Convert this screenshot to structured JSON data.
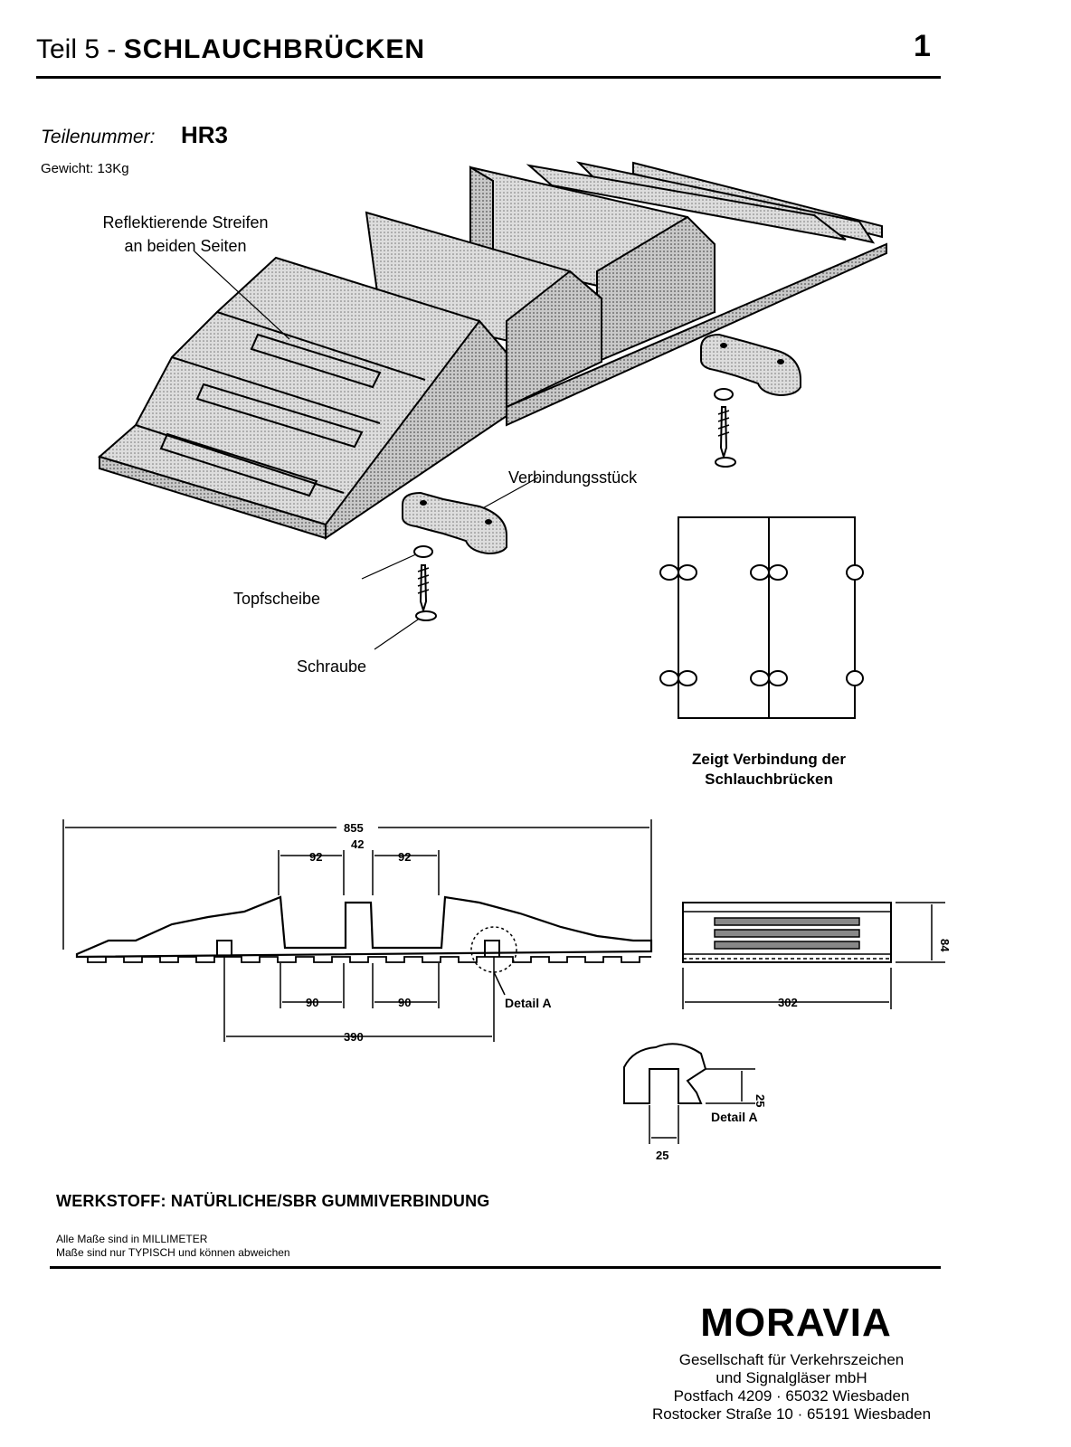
{
  "header": {
    "prefix": "Teil 5 - ",
    "title": "SCHLAUCHBRÜCKEN",
    "page_number": "1"
  },
  "part": {
    "label": "Teilenummer:",
    "number": "HR3",
    "weight": "Gewicht: 13Kg"
  },
  "callouts": {
    "reflective_1": "Reflektierende Streifen",
    "reflective_2": "an beiden Seiten",
    "connector": "Verbindungsstück",
    "washer": "Topfscheibe",
    "screw": "Schraube"
  },
  "connection_caption": {
    "line1": "Zeigt Verbindung der",
    "line2": "Schlauchbrücken"
  },
  "dimensions": {
    "overall": "855",
    "channel_left": "92",
    "center_rib": "42",
    "channel_right": "92",
    "base_left": "90",
    "base_right": "90",
    "span": "390",
    "detail_label": "Detail A",
    "height": "84",
    "width": "302",
    "detail_height": "25",
    "detail_width": "25"
  },
  "material": "WERKSTOFF: NATÜRLICHE/SBR GUMMIVERBINDUNG",
  "notes": [
    "Alle Maße sind in MILLIMETER",
    "Maße sind nur TYPISCH und können abweichen"
  ],
  "company": {
    "logo": "MORAVIA",
    "line1": "Gesellschaft für Verkehrszeichen",
    "line2": "und Signalgläser mbH",
    "line3": "Postfach 4209 · 65032 Wiesbaden",
    "line4": "Rostocker Straße 10 · 65191 Wiesbaden"
  }
}
